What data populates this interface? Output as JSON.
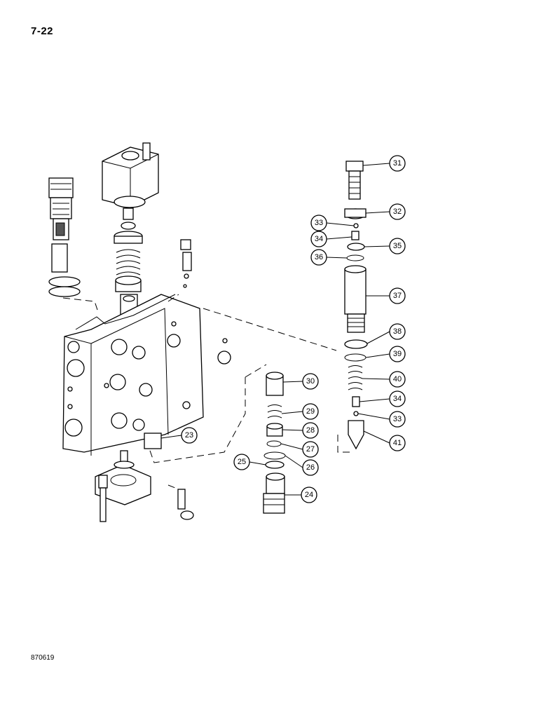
{
  "page_number": "7-22",
  "figure_id": "870619",
  "callouts": [
    {
      "label": "31"
    },
    {
      "label": "32"
    },
    {
      "label": "33"
    },
    {
      "label": "34"
    },
    {
      "label": "35"
    },
    {
      "label": "36"
    },
    {
      "label": "37"
    },
    {
      "label": "38"
    },
    {
      "label": "39"
    },
    {
      "label": "40"
    },
    {
      "label": "34"
    },
    {
      "label": "33"
    },
    {
      "label": "41"
    },
    {
      "label": "30"
    },
    {
      "label": "29"
    },
    {
      "label": "28"
    },
    {
      "label": "27"
    },
    {
      "label": "26"
    },
    {
      "label": "25"
    },
    {
      "label": "24"
    },
    {
      "label": "23"
    }
  ]
}
